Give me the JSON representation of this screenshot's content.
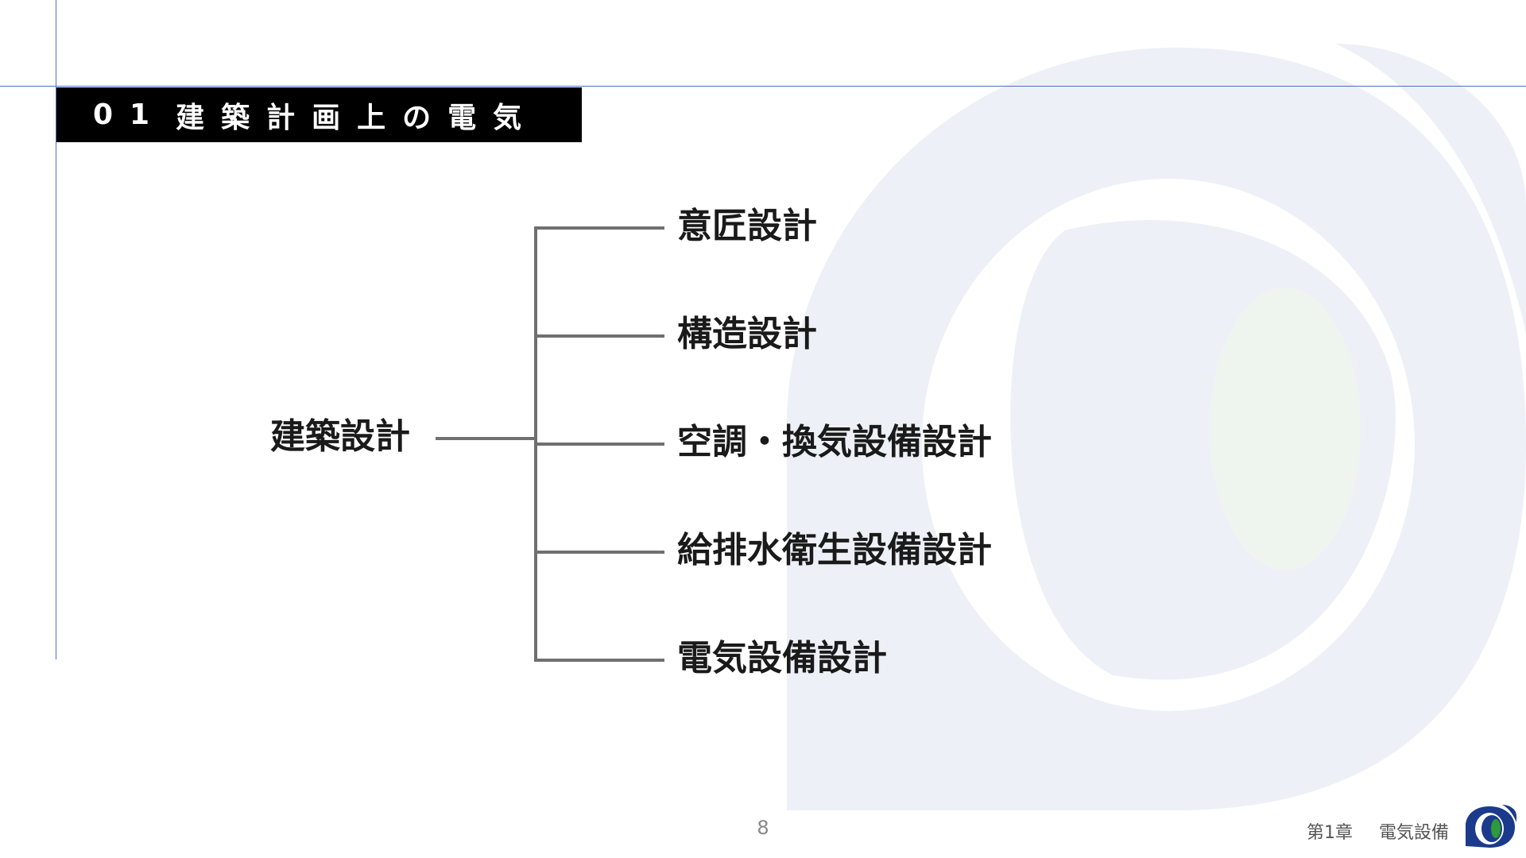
{
  "header": {
    "number": "01",
    "title": "建築計画上の電気"
  },
  "diagram": {
    "root": "建築設計",
    "children": [
      "意匠設計",
      "構造設計",
      "空調・換気設備設計",
      "給排水衛生設備設計",
      "電気設備設計"
    ]
  },
  "footer": {
    "page": "8",
    "chapter": "第1章",
    "chapter_title": "電気設備"
  },
  "colors": {
    "accent_line": "#4a6fc9",
    "header_bg": "#000000",
    "connector": "#707070",
    "watermark": "#eef0f7",
    "logo_blue": "#1b3a8c",
    "logo_green": "#2e9a3a"
  }
}
